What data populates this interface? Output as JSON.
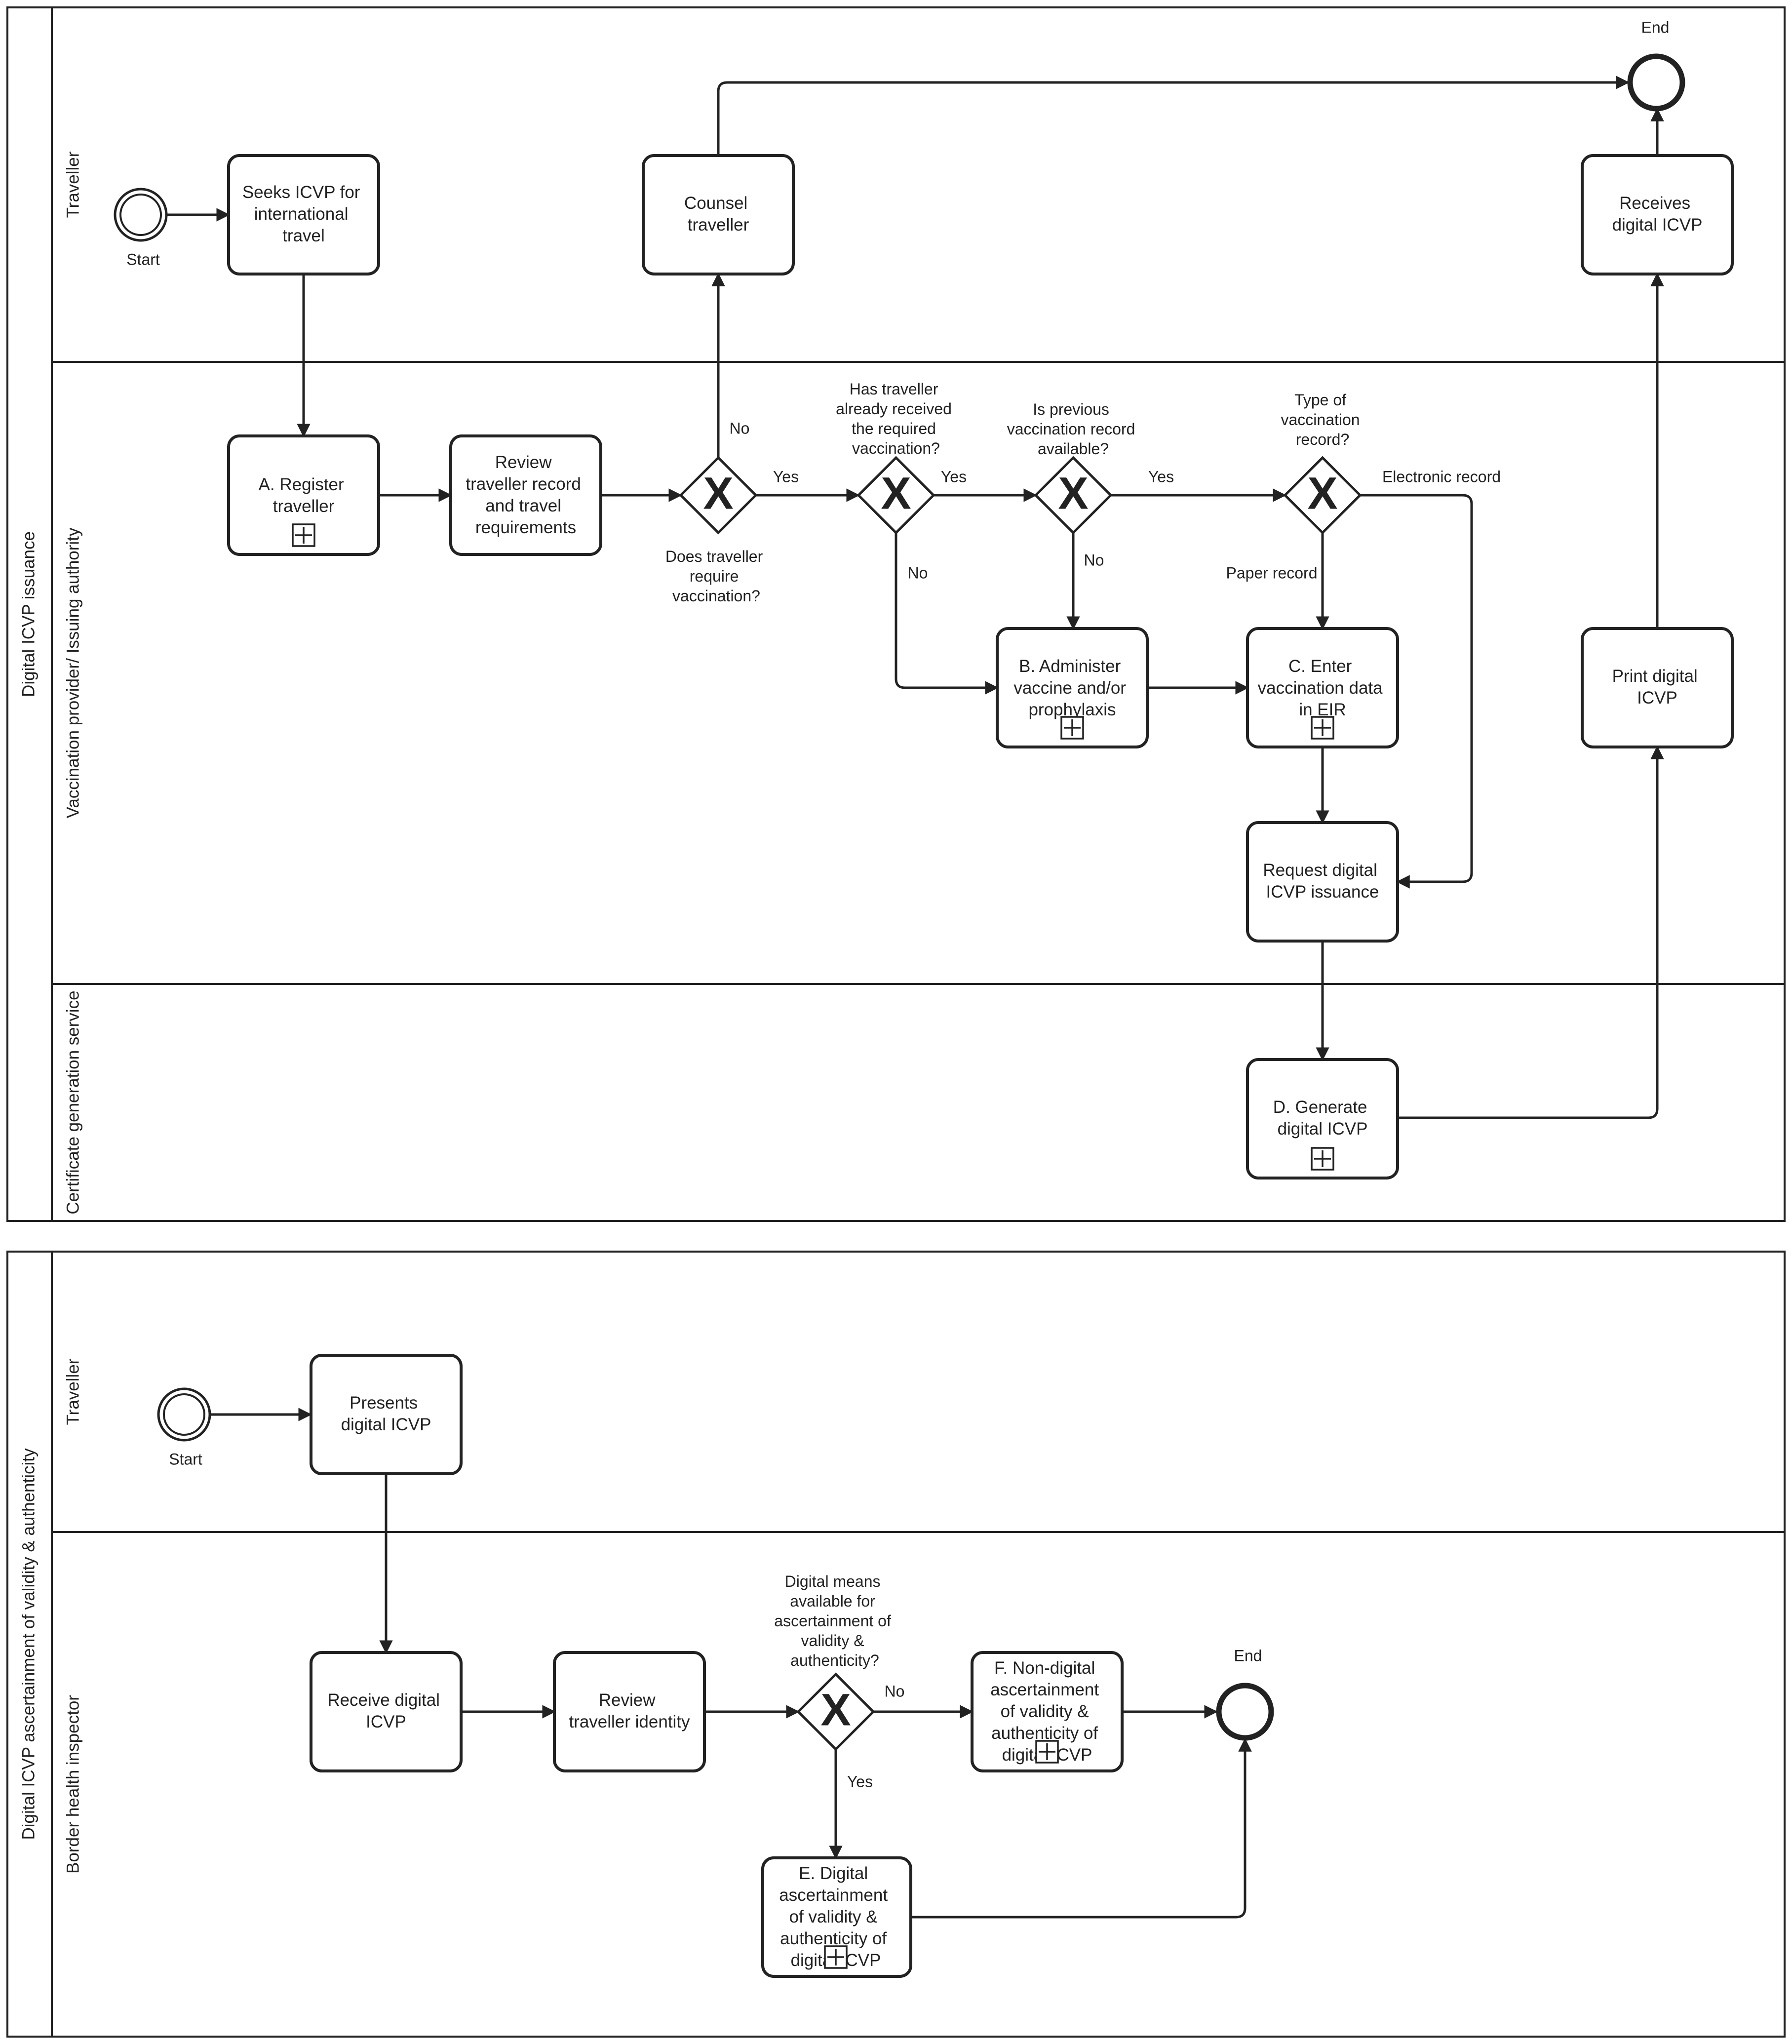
{
  "pools": {
    "p1": {
      "label": "Digital ICVP issuance"
    },
    "p2": {
      "label": "Digital ICVP ascertainment of validity & authenticity"
    }
  },
  "lanes": {
    "p1_traveller": {
      "label": "Traveller"
    },
    "p1_provider": {
      "label": "Vaccination provider/ Issuing authority"
    },
    "p1_cert": {
      "label": "Certificate generation service"
    },
    "p2_traveller": {
      "label": "Traveller"
    },
    "p2_inspector": {
      "label": "Border health inspector"
    }
  },
  "events": {
    "p1_start": {
      "label": "Start"
    },
    "p1_end": {
      "label": "End"
    },
    "p2_start": {
      "label": "Start"
    },
    "p2_end": {
      "label": "End"
    }
  },
  "tasks": {
    "seeks": {
      "lines": [
        "Seeks ICVP for",
        "international",
        "travel"
      ]
    },
    "counsel": {
      "lines": [
        "Counsel",
        "traveller"
      ]
    },
    "receives": {
      "lines": [
        "Receives",
        "digital ICVP"
      ]
    },
    "register": {
      "lines": [
        "A. Register",
        "traveller"
      ]
    },
    "review_record": {
      "lines": [
        "Review",
        "traveller record",
        "and travel",
        "requirements"
      ]
    },
    "administer": {
      "lines": [
        "B. Administer",
        "vaccine and/or",
        "prophylaxis"
      ]
    },
    "enter": {
      "lines": [
        "C. Enter",
        "vaccination data",
        "in EIR"
      ]
    },
    "print": {
      "lines": [
        "Print digital",
        "ICVP"
      ]
    },
    "request": {
      "lines": [
        "Request digital",
        "ICVP issuance"
      ]
    },
    "generate": {
      "lines": [
        "D. Generate",
        "digital ICVP"
      ]
    },
    "presents": {
      "lines": [
        "Presents",
        "digital ICVP"
      ]
    },
    "receive_digital": {
      "lines": [
        "Receive digital",
        "ICVP"
      ]
    },
    "review_identity": {
      "lines": [
        "Review",
        "traveller identity"
      ]
    },
    "nondigital": {
      "lines": [
        "F. Non-digital",
        "ascertainment",
        "of validity &",
        "authenticity of",
        "digital ICVP"
      ]
    },
    "digital": {
      "lines": [
        "E. Digital",
        "ascertainment",
        "of validity &",
        "authenticity of",
        "digital ICVP"
      ]
    }
  },
  "gateways": {
    "g1": {
      "mark": "X",
      "lines": [
        "Does traveller",
        "require",
        "vaccination?"
      ]
    },
    "g2": {
      "mark": "X",
      "lines": [
        "Has traveller",
        "already received",
        "the required",
        "vaccination?"
      ]
    },
    "g3": {
      "mark": "X",
      "lines": [
        "Is previous",
        "vaccination record",
        "available?"
      ]
    },
    "g4": {
      "mark": "X",
      "lines": [
        "Type of",
        "vaccination",
        "record?"
      ]
    },
    "g5": {
      "mark": "X",
      "lines": [
        "Digital means",
        "available for",
        "ascertainment of",
        "validity &",
        "authenticity?"
      ]
    }
  },
  "flow_labels": {
    "g1_no": "No",
    "g1_yes": "Yes",
    "g2_yes": "Yes",
    "g2_no": "No",
    "g3_yes": "Yes",
    "g3_no": "No",
    "g4_electronic": "Electronic record",
    "g4_paper": "Paper record",
    "g5_no": "No",
    "g5_yes": "Yes"
  }
}
